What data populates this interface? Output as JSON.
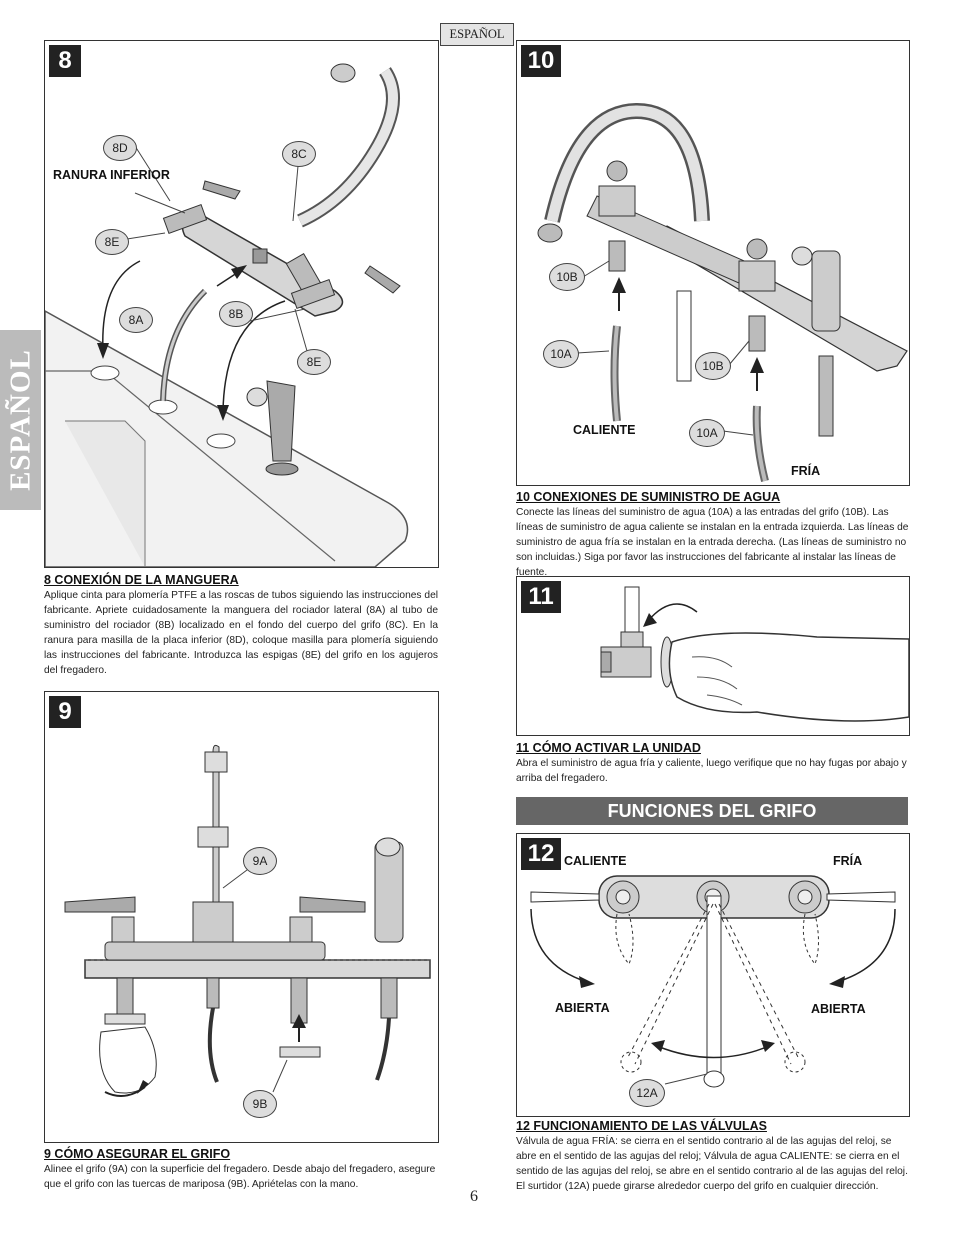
{
  "header": {
    "language_tag": "ESPAÑOL"
  },
  "side_tab": {
    "text": "ESPAÑOL"
  },
  "page_number": "6",
  "step8": {
    "number": "8",
    "labels": {
      "ranura": "RANURA INFERIOR"
    },
    "callouts": {
      "c8D": "8D",
      "c8C": "8C",
      "c8E_top": "8E",
      "c8A": "8A",
      "c8B": "8B",
      "c8E_bottom": "8E"
    },
    "title": "8  CONEXIÓN DE LA MANGUERA",
    "body": "Aplique cinta para plomería PTFE a las roscas de tubos siguiendo las instrucciones del fabricante. Apriete cuidadosamente la manguera del rociador lateral (8A) al tubo de suministro del rociador (8B) localizado en el fondo del cuerpo del grifo (8C). En la ranura para masilla de la placa inferior (8D), coloque masilla para plomería siguiendo las instrucciones del fabricante. Introduzca las espigas (8E) del grifo en los agujeros del fregadero."
  },
  "step9": {
    "number": "9",
    "callouts": {
      "c9A": "9A",
      "c9B": "9B"
    },
    "title": "9  CÓMO ASEGURAR EL GRIFO",
    "body": "Alinee el grifo (9A) con la superficie del fregadero. Desde abajo del fregadero, asegure que el grifo con las tuercas de mariposa (9B).  Apriételas con la mano."
  },
  "step10": {
    "number": "10",
    "labels": {
      "caliente": "CALIENTE",
      "fria": "FRÍA"
    },
    "callouts": {
      "c10B_left": "10B",
      "c10A_left": "10A",
      "c10B_right": "10B",
      "c10A_right": "10A"
    },
    "title": "10  CONEXIONES DE SUMINISTRO DE AGUA",
    "body": "Conecte las líneas del suministro de agua (10A) a las entradas del grifo (10B).  Las líneas de suministro de agua caliente se instalan en la entrada izquierda. Las líneas de suministro de agua fría se instalan en la entrada derecha. (Las líneas de suministro no son incluidas.) Siga por favor las instrucciones del fabricante al instalar las líneas de fuente."
  },
  "step11": {
    "number": "11",
    "title": "11  CÓMO ACTIVAR LA UNIDAD",
    "body": "Abra el suministro de agua fría y caliente, luego verifique que no hay fugas por abajo y arriba del fregadero."
  },
  "functions_banner": "FUNCIONES DEL GRIFO",
  "step12": {
    "number": "12",
    "labels": {
      "caliente": "CALIENTE",
      "fria": "FRÍA",
      "abierta_left": "ABIERTA",
      "abierta_right": "ABIERTA"
    },
    "callouts": {
      "c12A": "12A"
    },
    "title": "12  FUNCIONAMIENTO DE LAS VÁLVULAS",
    "body": "Válvula de agua FRÍA: se cierra en el sentido contrario al de las agujas del reloj, se abre en el sentido de las agujas del reloj; Válvula de agua CALIENTE: se cierra en el sentido de las agujas del reloj, se abre en el sentido contrario al de las agujas del reloj. El surtidor (12A) puede girarse alrededor cuerpo del grifo en cualquier dirección."
  }
}
